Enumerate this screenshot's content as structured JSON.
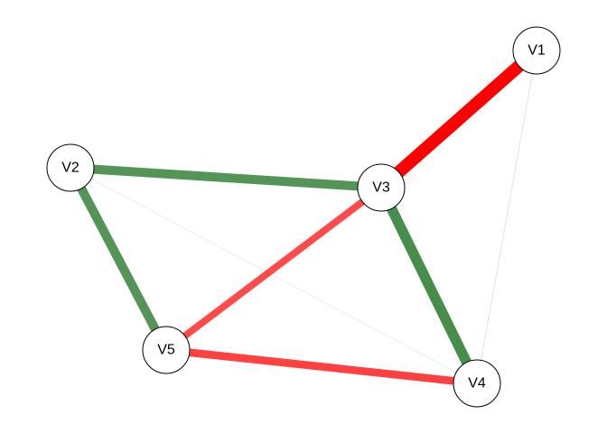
{
  "nodes": [
    {
      "id": "V1",
      "label": "V1"
    },
    {
      "id": "V2",
      "label": "V2"
    },
    {
      "id": "V3",
      "label": "V3"
    },
    {
      "id": "V4",
      "label": "V4"
    },
    {
      "id": "V5",
      "label": "V5"
    }
  ],
  "edges": [
    {
      "from": "V1",
      "to": "V3",
      "sign": "negative",
      "weight": 1.0
    },
    {
      "from": "V1",
      "to": "V4",
      "sign": "neutral",
      "weight": 0.08
    },
    {
      "from": "V2",
      "to": "V3",
      "sign": "positive",
      "weight": 0.72
    },
    {
      "from": "V2",
      "to": "V5",
      "sign": "positive",
      "weight": 0.72
    },
    {
      "from": "V2",
      "to": "V4",
      "sign": "neutral",
      "weight": 0.03
    },
    {
      "from": "V3",
      "to": "V4",
      "sign": "positive",
      "weight": 0.82
    },
    {
      "from": "V3",
      "to": "V5",
      "sign": "negative",
      "weight": 0.55
    },
    {
      "from": "V5",
      "to": "V4",
      "sign": "negative",
      "weight": 0.62
    }
  ],
  "colors": {
    "positive": "#2e7d32",
    "negative": "#ff0000",
    "neutral": "#dddddd",
    "node_fill": "#ffffff",
    "node_stroke": "#000000",
    "background": "#ffffff"
  }
}
